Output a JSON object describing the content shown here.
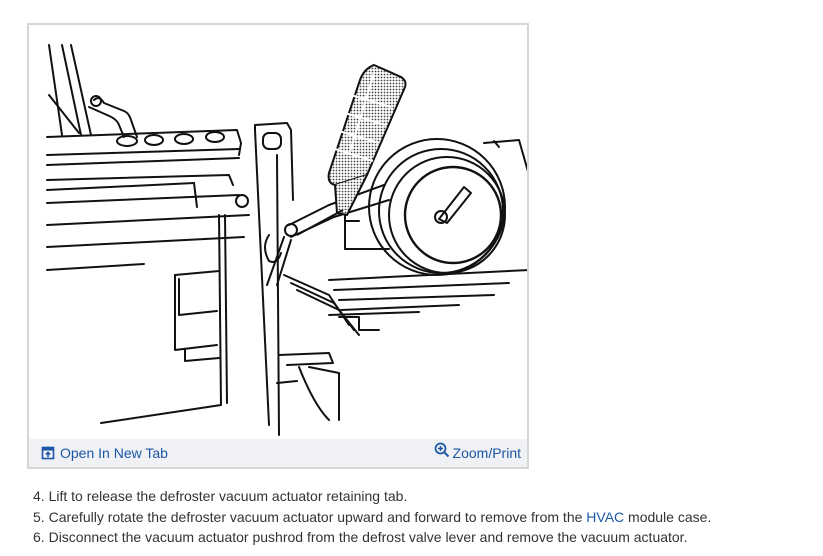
{
  "figure": {
    "image_alt": "Defroster vacuum actuator removal illustration: screwdriver prying retaining tab next to round vacuum actuator on HVAC module case",
    "footer": {
      "open_new_tab": {
        "label": "Open In New Tab",
        "icon": "open-in-new-tab-icon"
      },
      "zoom_print": {
        "label": "Zoom/Print",
        "icon": "zoom-in-icon"
      }
    }
  },
  "steps": [
    {
      "number": "4.",
      "text": "Lift to release the defroster vacuum actuator retaining tab."
    },
    {
      "number": "5.",
      "text_before": "Carefully rotate the defroster vacuum actuator upward and forward to remove from the ",
      "link": "HVAC",
      "text_after": " module case."
    },
    {
      "number": "6.",
      "text": "Disconnect the vacuum actuator pushrod from the defrost valve lever and remove the vacuum actuator."
    }
  ],
  "colors": {
    "link": "#1c57a5",
    "text": "#333333",
    "footer_bg": "#eff1f4",
    "border": "#d6d6d6"
  }
}
